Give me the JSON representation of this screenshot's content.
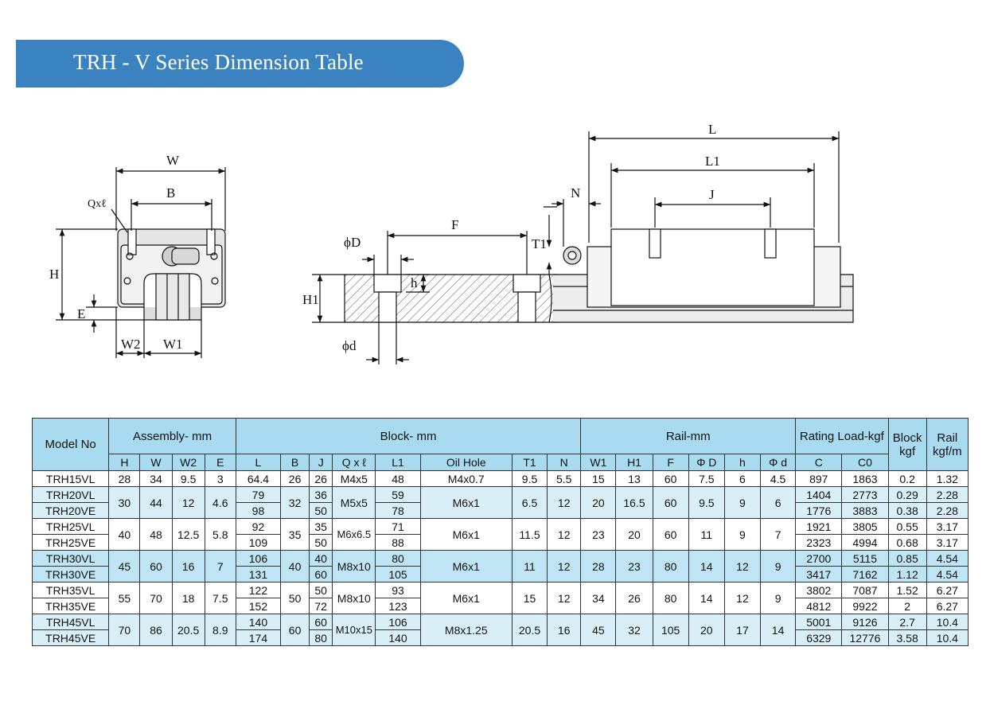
{
  "title": "TRH - V Series Dimension Table",
  "drawing_labels": {
    "W": "W",
    "B": "B",
    "Qxl": "Qxℓ",
    "H": "H",
    "E": "E",
    "W2": "W2",
    "W1": "W1",
    "D": "ϕD",
    "F": "F",
    "T1": "T1",
    "N": "N",
    "L": "L",
    "L1": "L1",
    "J": "J",
    "H1": "H1",
    "h": "h",
    "d": "ϕd"
  },
  "table": {
    "groups": {
      "model": "Model No",
      "assembly": "Assembly- mm",
      "block": "Block- mm",
      "rail": "Rail-mm",
      "rating": "Rating Load-kgf",
      "block_kgf": "Block kgf",
      "rail_kgfm": "Rail kgf/m"
    },
    "cols": [
      "H",
      "W",
      "W2",
      "E",
      "L",
      "B",
      "J",
      "Q x ℓ",
      "L1",
      "Oil Hole",
      "T1",
      "N",
      "W1",
      "H1",
      "F",
      "Φ D",
      "h",
      "Φ d",
      "C",
      "C0"
    ],
    "rows": [
      {
        "model": "TRH15VL",
        "H": "28",
        "W": "34",
        "W2": "9.5",
        "E": "3",
        "L": "64.4",
        "B": "26",
        "J": "26",
        "Q": "M4x5",
        "L1": "48",
        "oil": "M4x0.7",
        "T1": "9.5",
        "N": "5.5",
        "W1r": "15",
        "H1": "13",
        "F": "60",
        "D": "7.5",
        "h": "6",
        "d": "4.5",
        "C": "897",
        "C0": "1863",
        "bk": "0.2",
        "rk": "1.32"
      },
      {
        "model": "TRH20VL",
        "H": "30",
        "W": "44",
        "W2": "12",
        "E": "4.6",
        "L": "79",
        "B": "32",
        "J": "36",
        "Q": "M5x5",
        "L1": "59",
        "oil": "M6x1",
        "T1": "6.5",
        "N": "12",
        "W1r": "20",
        "H1": "16.5",
        "F": "60",
        "D": "9.5",
        "h": "9",
        "d": "6",
        "C": "1404",
        "C0": "2773",
        "bk": "0.29",
        "rk": "2.28"
      },
      {
        "model": "TRH20VE",
        "L": "98",
        "J": "50",
        "L1": "78",
        "C": "1776",
        "C0": "3883",
        "bk": "0.38",
        "rk": "2.28"
      },
      {
        "model": "TRH25VL",
        "H": "40",
        "W": "48",
        "W2": "12.5",
        "E": "5.8",
        "L": "92",
        "B": "35",
        "J": "35",
        "Q": "M6x6.5",
        "L1": "71",
        "oil": "M6x1",
        "T1": "11.5",
        "N": "12",
        "W1r": "23",
        "H1": "20",
        "F": "60",
        "D": "11",
        "h": "9",
        "d": "7",
        "C": "1921",
        "C0": "3805",
        "bk": "0.55",
        "rk": "3.17"
      },
      {
        "model": "TRH25VE",
        "L": "109",
        "J": "50",
        "L1": "88",
        "C": "2323",
        "C0": "4994",
        "bk": "0.68",
        "rk": "3.17"
      },
      {
        "model": "TRH30VL",
        "H": "45",
        "W": "60",
        "W2": "16",
        "E": "7",
        "L": "106",
        "B": "40",
        "J": "40",
        "Q": "M8x10",
        "L1": "80",
        "oil": "M6x1",
        "T1": "11",
        "N": "12",
        "W1r": "28",
        "H1": "23",
        "F": "80",
        "D": "14",
        "h": "12",
        "d": "9",
        "C": "2700",
        "C0": "5115",
        "bk": "0.85",
        "rk": "4.54"
      },
      {
        "model": "TRH30VE",
        "L": "131",
        "J": "60",
        "L1": "105",
        "C": "3417",
        "C0": "7162",
        "bk": "1.12",
        "rk": "4.54"
      },
      {
        "model": "TRH35VL",
        "H": "55",
        "W": "70",
        "W2": "18",
        "E": "7.5",
        "L": "122",
        "B": "50",
        "J": "50",
        "Q": "M8x10",
        "L1": "93",
        "oil": "M6x1",
        "T1": "15",
        "N": "12",
        "W1r": "34",
        "H1": "26",
        "F": "80",
        "D": "14",
        "h": "12",
        "d": "9",
        "C": "3802",
        "C0": "7087",
        "bk": "1.52",
        "rk": "6.27"
      },
      {
        "model": "TRH35VE",
        "L": "152",
        "J": "72",
        "L1": "123",
        "C": "4812",
        "C0": "9922",
        "bk": "2",
        "rk": "6.27"
      },
      {
        "model": "TRH45VL",
        "H": "70",
        "W": "86",
        "W2": "20.5",
        "E": "8.9",
        "L": "140",
        "B": "60",
        "J": "60",
        "Q": "M10x15",
        "L1": "106",
        "oil": "M8x1.25",
        "T1": "20.5",
        "N": "16",
        "W1r": "45",
        "H1": "32",
        "F": "105",
        "D": "20",
        "h": "17",
        "d": "14",
        "C": "5001",
        "C0": "9126",
        "bk": "2.7",
        "rk": "10.4"
      },
      {
        "model": "TRH45VE",
        "L": "174",
        "J": "80",
        "L1": "140",
        "C": "6329",
        "C0": "12776",
        "bk": "3.58",
        "rk": "10.4"
      }
    ]
  },
  "colors": {
    "banner": "#3b83c0",
    "header": "#a9dbf0",
    "row_light": "#d9eff8",
    "row_mid": "#bfe4f4",
    "drawing_fill": "#e5e5e5"
  }
}
